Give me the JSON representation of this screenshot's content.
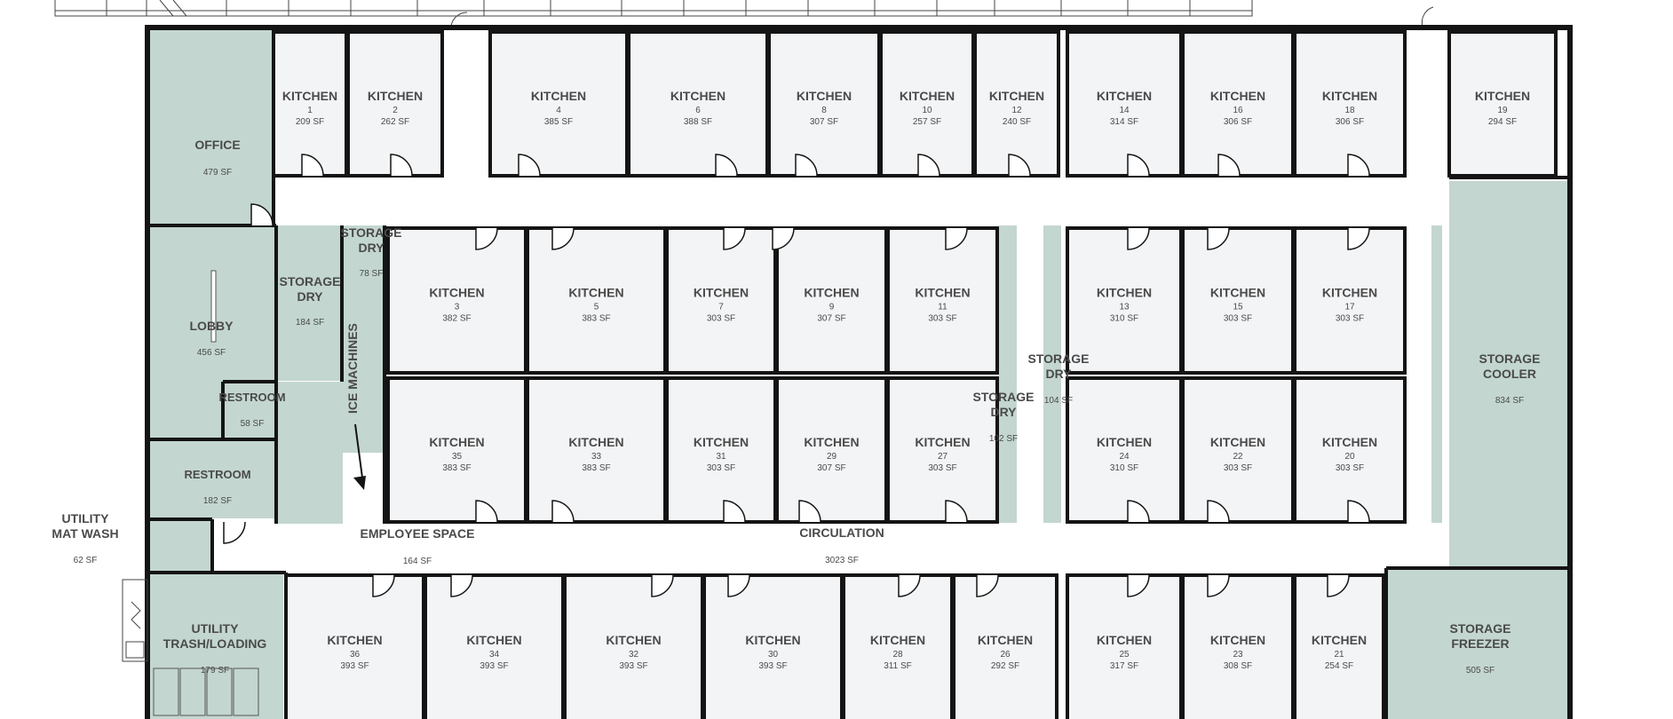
{
  "colors": {
    "background": "#ffffff",
    "wall": "#141414",
    "kitchen_fill": "#f3f4f6",
    "support_fill": "#c3d6d0",
    "circulation_fill": "#ffffff",
    "text": "#4a4a4a"
  },
  "kitchens": [
    {
      "id": "k1",
      "title": "KITCHEN",
      "number": "1",
      "area": "209 SF"
    },
    {
      "id": "k2",
      "title": "KITCHEN",
      "number": "2",
      "area": "262 SF"
    },
    {
      "id": "k4",
      "title": "KITCHEN",
      "number": "4",
      "area": "385 SF"
    },
    {
      "id": "k6",
      "title": "KITCHEN",
      "number": "6",
      "area": "388 SF"
    },
    {
      "id": "k8",
      "title": "KITCHEN",
      "number": "8",
      "area": "307 SF"
    },
    {
      "id": "k10",
      "title": "KITCHEN",
      "number": "10",
      "area": "257 SF"
    },
    {
      "id": "k12",
      "title": "KITCHEN",
      "number": "12",
      "area": "240 SF"
    },
    {
      "id": "k14",
      "title": "KITCHEN",
      "number": "14",
      "area": "314 SF"
    },
    {
      "id": "k16",
      "title": "KITCHEN",
      "number": "16",
      "area": "306 SF"
    },
    {
      "id": "k18",
      "title": "KITCHEN",
      "number": "18",
      "area": "306 SF"
    },
    {
      "id": "k19",
      "title": "KITCHEN",
      "number": "19",
      "area": "294 SF"
    },
    {
      "id": "k3",
      "title": "KITCHEN",
      "number": "3",
      "area": "382 SF"
    },
    {
      "id": "k5",
      "title": "KITCHEN",
      "number": "5",
      "area": "383 SF"
    },
    {
      "id": "k7",
      "title": "KITCHEN",
      "number": "7",
      "area": "303 SF"
    },
    {
      "id": "k9",
      "title": "KITCHEN",
      "number": "9",
      "area": "307 SF"
    },
    {
      "id": "k11",
      "title": "KITCHEN",
      "number": "11",
      "area": "303 SF"
    },
    {
      "id": "k13",
      "title": "KITCHEN",
      "number": "13",
      "area": "310 SF"
    },
    {
      "id": "k15",
      "title": "KITCHEN",
      "number": "15",
      "area": "303 SF"
    },
    {
      "id": "k17",
      "title": "KITCHEN",
      "number": "17",
      "area": "303 SF"
    },
    {
      "id": "k35",
      "title": "KITCHEN",
      "number": "35",
      "area": "383 SF"
    },
    {
      "id": "k33",
      "title": "KITCHEN",
      "number": "33",
      "area": "383 SF"
    },
    {
      "id": "k31",
      "title": "KITCHEN",
      "number": "31",
      "area": "303 SF"
    },
    {
      "id": "k29",
      "title": "KITCHEN",
      "number": "29",
      "area": "307 SF"
    },
    {
      "id": "k27",
      "title": "KITCHEN",
      "number": "27",
      "area": "303 SF"
    },
    {
      "id": "k24",
      "title": "KITCHEN",
      "number": "24",
      "area": "310 SF"
    },
    {
      "id": "k22",
      "title": "KITCHEN",
      "number": "22",
      "area": "303 SF"
    },
    {
      "id": "k20",
      "title": "KITCHEN",
      "number": "20",
      "area": "303 SF"
    },
    {
      "id": "k36",
      "title": "KITCHEN",
      "number": "36",
      "area": "393 SF"
    },
    {
      "id": "k34",
      "title": "KITCHEN",
      "number": "34",
      "area": "393 SF"
    },
    {
      "id": "k32",
      "title": "KITCHEN",
      "number": "32",
      "area": "393 SF"
    },
    {
      "id": "k30",
      "title": "KITCHEN",
      "number": "30",
      "area": "393 SF"
    },
    {
      "id": "k28",
      "title": "KITCHEN",
      "number": "28",
      "area": "311 SF"
    },
    {
      "id": "k26",
      "title": "KITCHEN",
      "number": "26",
      "area": "292 SF"
    },
    {
      "id": "k25",
      "title": "KITCHEN",
      "number": "25",
      "area": "317 SF"
    },
    {
      "id": "k23",
      "title": "KITCHEN",
      "number": "23",
      "area": "308 SF"
    },
    {
      "id": "k21",
      "title": "KITCHEN",
      "number": "21",
      "area": "254 SF"
    }
  ],
  "support_rooms": {
    "office": {
      "title": "OFFICE",
      "area": "479 SF"
    },
    "lobby": {
      "title": "LOBBY",
      "area": "456 SF"
    },
    "storage_dry_a": {
      "title_1": "STORAGE",
      "title_2": "DRY",
      "area": "184 SF"
    },
    "storage_dry_b": {
      "title_1": "STORAGE",
      "title_2": "DRY",
      "area": "78 SF"
    },
    "restroom_a": {
      "title": "RESTROOM",
      "area": "58 SF"
    },
    "restroom_b": {
      "title": "RESTROOM",
      "area": "182 SF"
    },
    "utility_mat_wash": {
      "title_1": "UTILITY",
      "title_2": "MAT WASH",
      "area": "62 SF"
    },
    "utility_trash": {
      "title_1": "UTILITY",
      "title_2": "TRASH/LOADING",
      "area": "179 SF"
    },
    "storage_dry_c": {
      "title_1": "STORAGE",
      "title_2": "DRY",
      "area": "102 SF"
    },
    "storage_dry_d": {
      "title_1": "STORAGE",
      "title_2": "DRY",
      "area": "104 SF"
    },
    "storage_cooler": {
      "title_1": "STORAGE",
      "title_2": "COOLER",
      "area": "834 SF"
    },
    "storage_freezer": {
      "title_1": "STORAGE",
      "title_2": "FREEZER",
      "area": "505 SF"
    }
  },
  "labels": {
    "ice_machines": "ICE MACHINES",
    "employee_space": "EMPLOYEE SPACE",
    "employee_space_area": "164 SF",
    "circulation": "CIRCULATION",
    "circulation_area": "3023 SF"
  }
}
